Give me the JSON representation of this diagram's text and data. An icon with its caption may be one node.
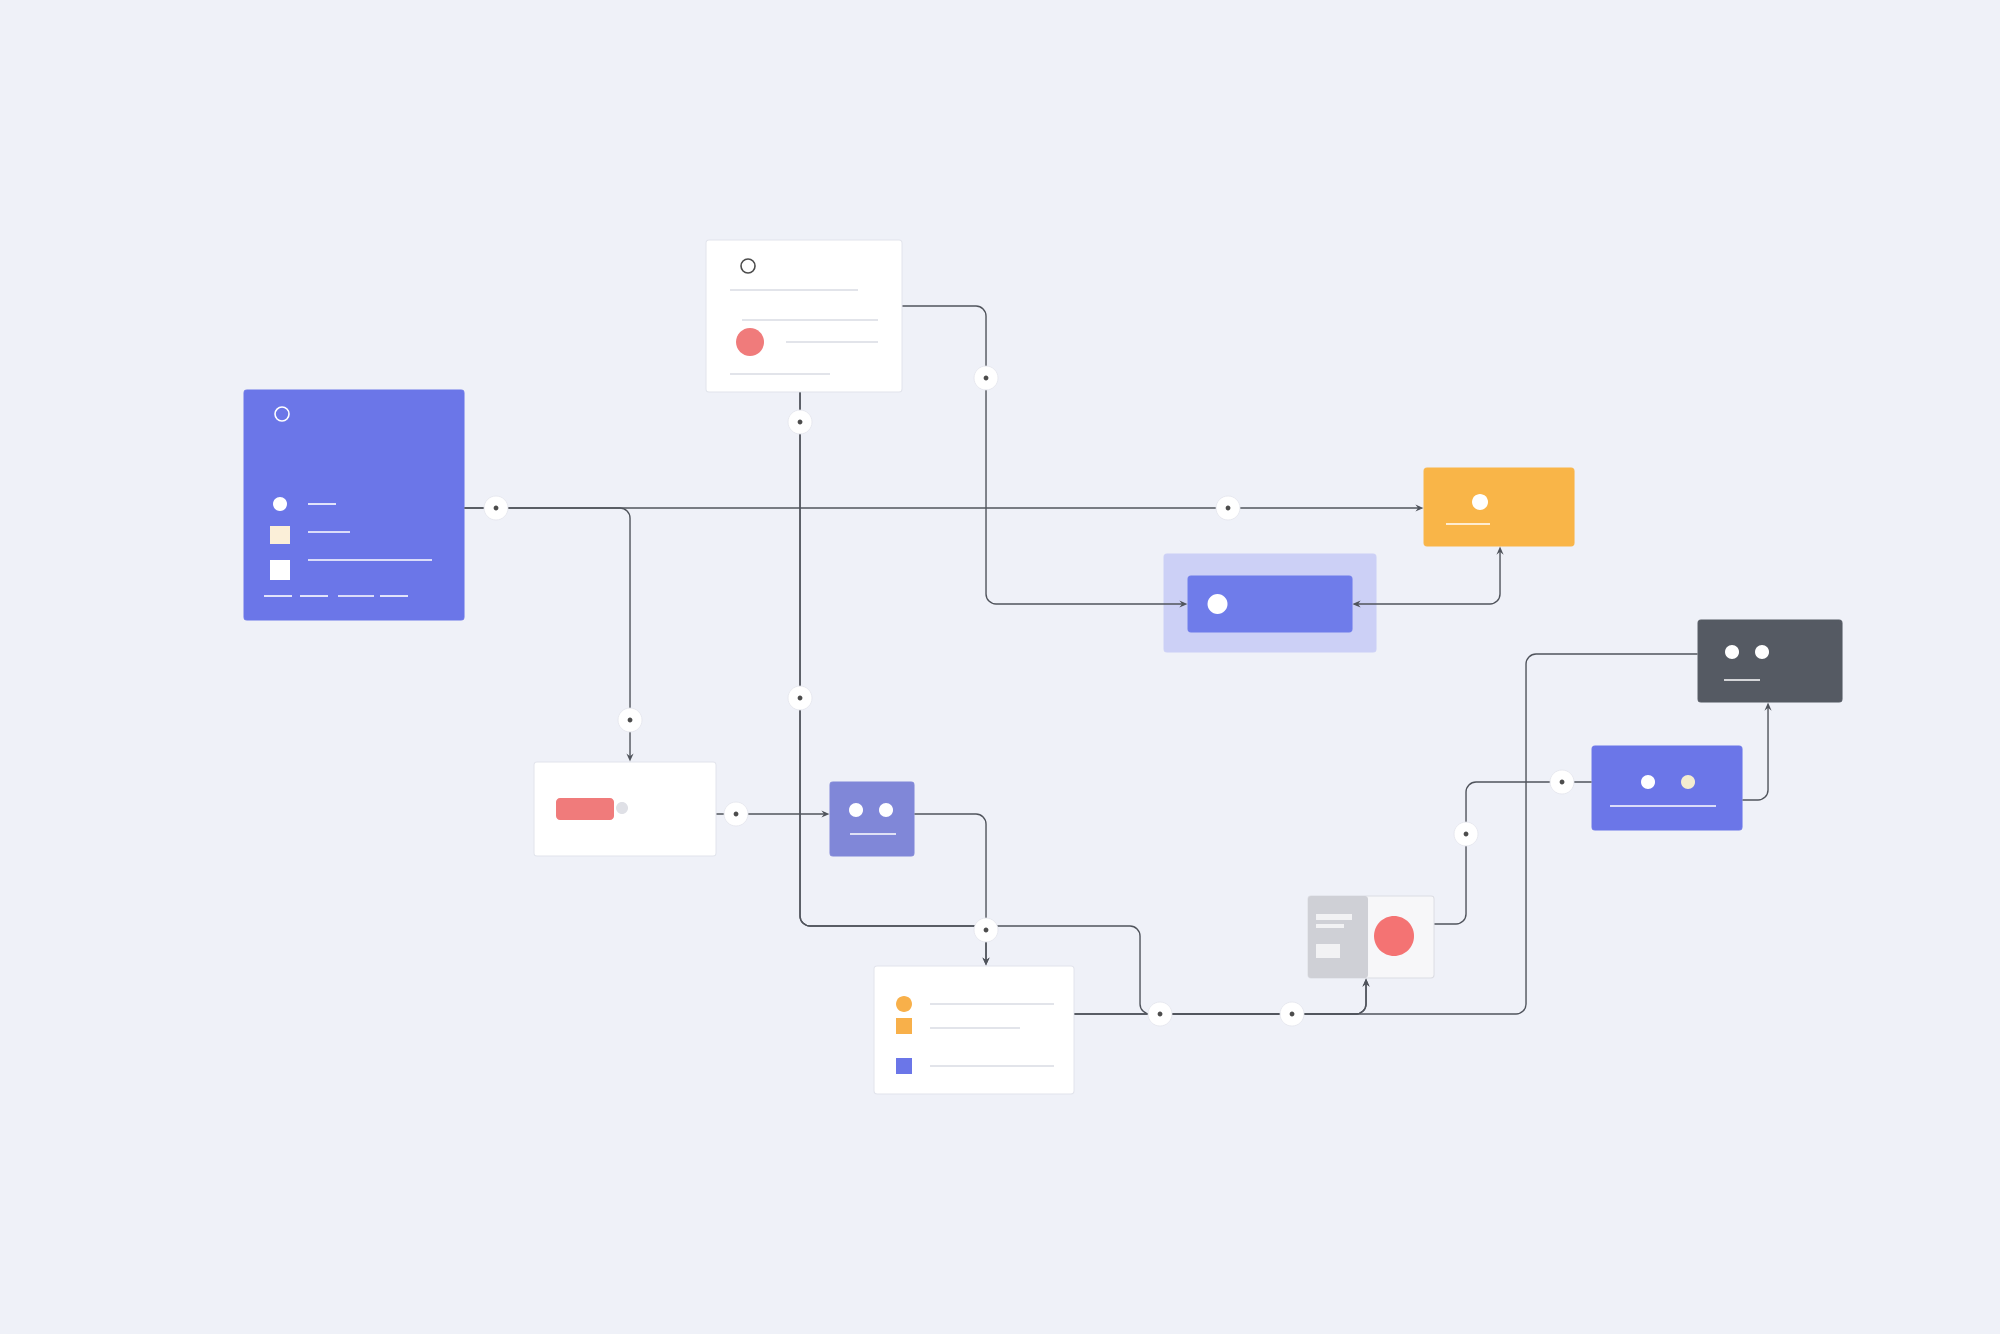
{
  "diagram": {
    "nodes": [
      {
        "text": [],
        "shape": "box"
      },
      {
        "text": [],
        "shape": "box"
      },
      {
        "text": [],
        "shape": "box"
      },
      {
        "text": [],
        "shape": "box"
      },
      {
        "text": [],
        "shape": "box"
      },
      {
        "text": [],
        "shape": "box"
      },
      {
        "text": [],
        "shape": "box"
      },
      {
        "text": [],
        "shape": "box",
        "in": 6
      },
      {
        "text": [],
        "shape": "box"
      },
      {
        "text": [],
        "shape": "box"
      },
      {
        "text": [],
        "shape": "box"
      }
    ],
    "edges": [
      {
        "from": 0,
        "to": 5,
        "arrow": "to"
      },
      {
        "from": 0,
        "to": 2,
        "arrow": "to"
      },
      {
        "from": 1,
        "to": 7,
        "arrow": "to"
      },
      {
        "from": 7,
        "to": 5,
        "arrow": "both"
      },
      {
        "from": 1,
        "to": 4,
        "arrow": "to"
      },
      {
        "from": 2,
        "to": 3,
        "arrow": "to"
      },
      {
        "from": 3,
        "to": 4,
        "arrow": "to"
      },
      {
        "from": 4,
        "to": 8,
        "arrow": "to"
      },
      {
        "from": 4,
        "to": 9,
        "arrow": "none"
      },
      {
        "from": 8,
        "to": 10,
        "arrow": "none"
      },
      {
        "from": 10,
        "to": 9,
        "arrow": "to"
      },
      {
        "from": 1,
        "to": 8,
        "arrow": "to"
      }
    ]
  }
}
